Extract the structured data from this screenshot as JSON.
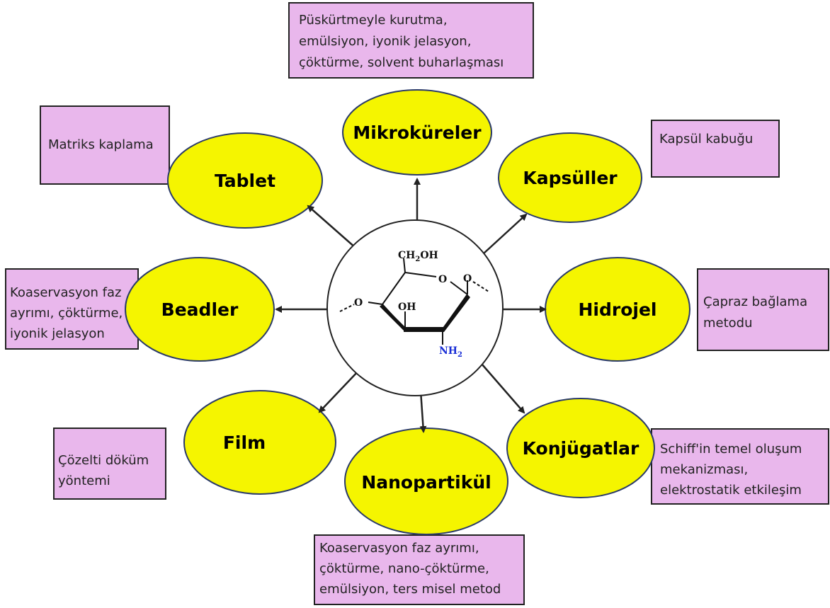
{
  "colors": {
    "ellipse_fill": "#f5f500",
    "ellipse_stroke": "#2a3a6a",
    "box_fill": "#e9b7ec",
    "box_stroke": "#222222",
    "arrow": "#222222",
    "amine": "#1a2fd6"
  },
  "center": {
    "structure": {
      "ch2oh": "CH",
      "ch2oh_sub": "2",
      "ch2oh_tail": "OH",
      "ring_o": "O",
      "oh": "OH",
      "left_o": "O",
      "nh": "NH",
      "nh_sub": "2"
    }
  },
  "nodes": [
    {
      "id": "mikrokureler",
      "label": "Mikroküreler",
      "description": [
        "Püskürtmeyle kurutma,",
        "emülsiyon, iyonik jelasyon,",
        "çöktürme, solvent buharlaşması"
      ]
    },
    {
      "id": "tablet",
      "label": "Tablet",
      "description": [
        "Matriks kaplama"
      ]
    },
    {
      "id": "kapsuller",
      "label": "Kapsüller",
      "description": [
        "Kapsül kabuğu"
      ]
    },
    {
      "id": "beadler",
      "label": "Beadler",
      "description": [
        "Koaservasyon faz",
        "ayrımı, çöktürme,",
        "iyonik jelasyon"
      ]
    },
    {
      "id": "hidrojel",
      "label": "Hidrojel",
      "description": [
        "Çapraz bağlama",
        "metodu"
      ]
    },
    {
      "id": "film",
      "label": "Film",
      "description": [
        "Çözelti döküm",
        "yöntemi"
      ]
    },
    {
      "id": "nanopartikul",
      "label": "Nanopartikül",
      "description": [
        "Koaservasyon faz ayrımı,",
        "çöktürme, nano-çöktürme,",
        "emülsiyon, ters misel metod"
      ]
    },
    {
      "id": "konjugatlar",
      "label": "Konjügatlar",
      "description": [
        "Schiff'in temel oluşum",
        "mekanizması,",
        "elektrostatik etkileşim"
      ]
    }
  ]
}
